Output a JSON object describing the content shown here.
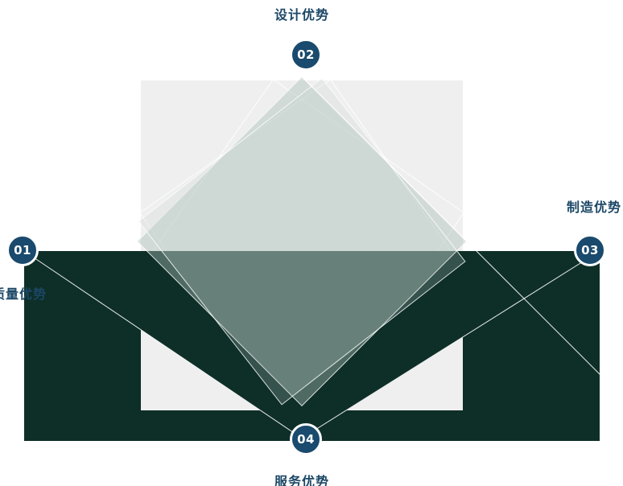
{
  "diagram": {
    "badges": [
      {
        "number": "01"
      },
      {
        "number": "02"
      },
      {
        "number": "03"
      },
      {
        "number": "04"
      }
    ],
    "labels": {
      "left": "质量优势",
      "top": "设计优势",
      "right": "制造优势",
      "bottom": "服务优势"
    },
    "colors": {
      "dark_band": "#0e2f28",
      "light_square": "#efefef",
      "diamond_overlay": "rgba(168,188,182,0.42)",
      "diamond_overlay_2": "rgba(195,208,204,0.22)",
      "badge": "#1a4a6d",
      "label_text": "#1b4766",
      "seam_line": "#ffffff"
    }
  }
}
